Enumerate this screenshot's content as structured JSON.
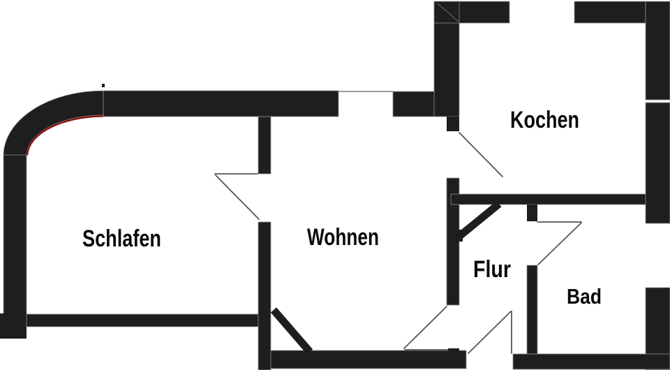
{
  "plan": {
    "kind": "apartment-floor-plan",
    "language": "de"
  },
  "rooms": {
    "schlafen": {
      "label": "Schlafen"
    },
    "wohnen": {
      "label": "Wohnen"
    },
    "kochen": {
      "label": "Kochen"
    },
    "flur": {
      "label": "Flur"
    },
    "bad": {
      "label": "Bad"
    }
  },
  "colors": {
    "wall": "#1e1e1e",
    "wall_edge": "#8f8f8f",
    "door_line": "#555555",
    "accent_red": "#8c1414",
    "label_text": "#0a0a0a",
    "background": "#ffffff"
  }
}
